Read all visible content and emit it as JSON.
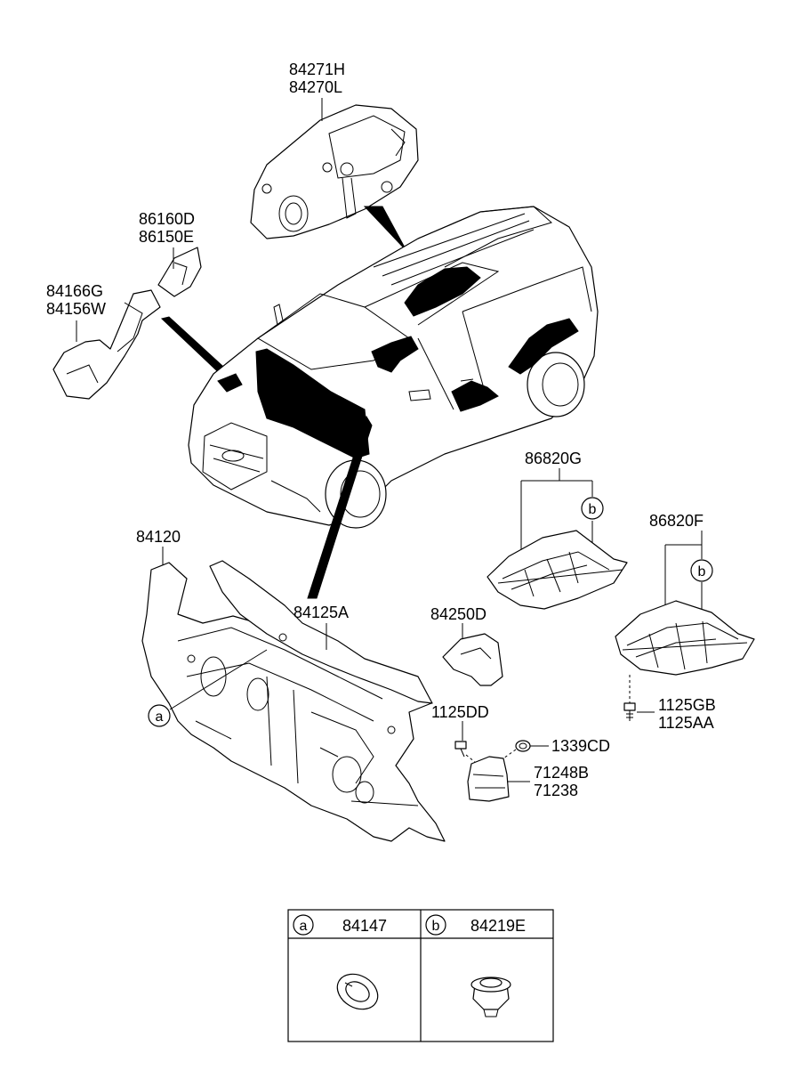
{
  "labels": {
    "p84271H": "84271H",
    "p84270L": "84270L",
    "p86160D": "86160D",
    "p86150E": "86150E",
    "p84166G": "84166G",
    "p84156W": "84156W",
    "p86820G": "86820G",
    "p86820F": "86820F",
    "p84120": "84120",
    "p84125A": "84125A",
    "p84250D": "84250D",
    "p1125DD": "1125DD",
    "p1339CD": "1339CD",
    "p71248B": "71248B",
    "p71238": "71238",
    "p1125GB": "1125GB",
    "p1125AA": "1125AA"
  },
  "callouts": {
    "a": "a",
    "b": "b"
  },
  "legend_table": {
    "cells": [
      {
        "key": "a",
        "part": "84147"
      },
      {
        "key": "b",
        "part": "84219E"
      }
    ]
  },
  "colors": {
    "line": "#000000",
    "background": "#ffffff",
    "fill": "#000000"
  }
}
